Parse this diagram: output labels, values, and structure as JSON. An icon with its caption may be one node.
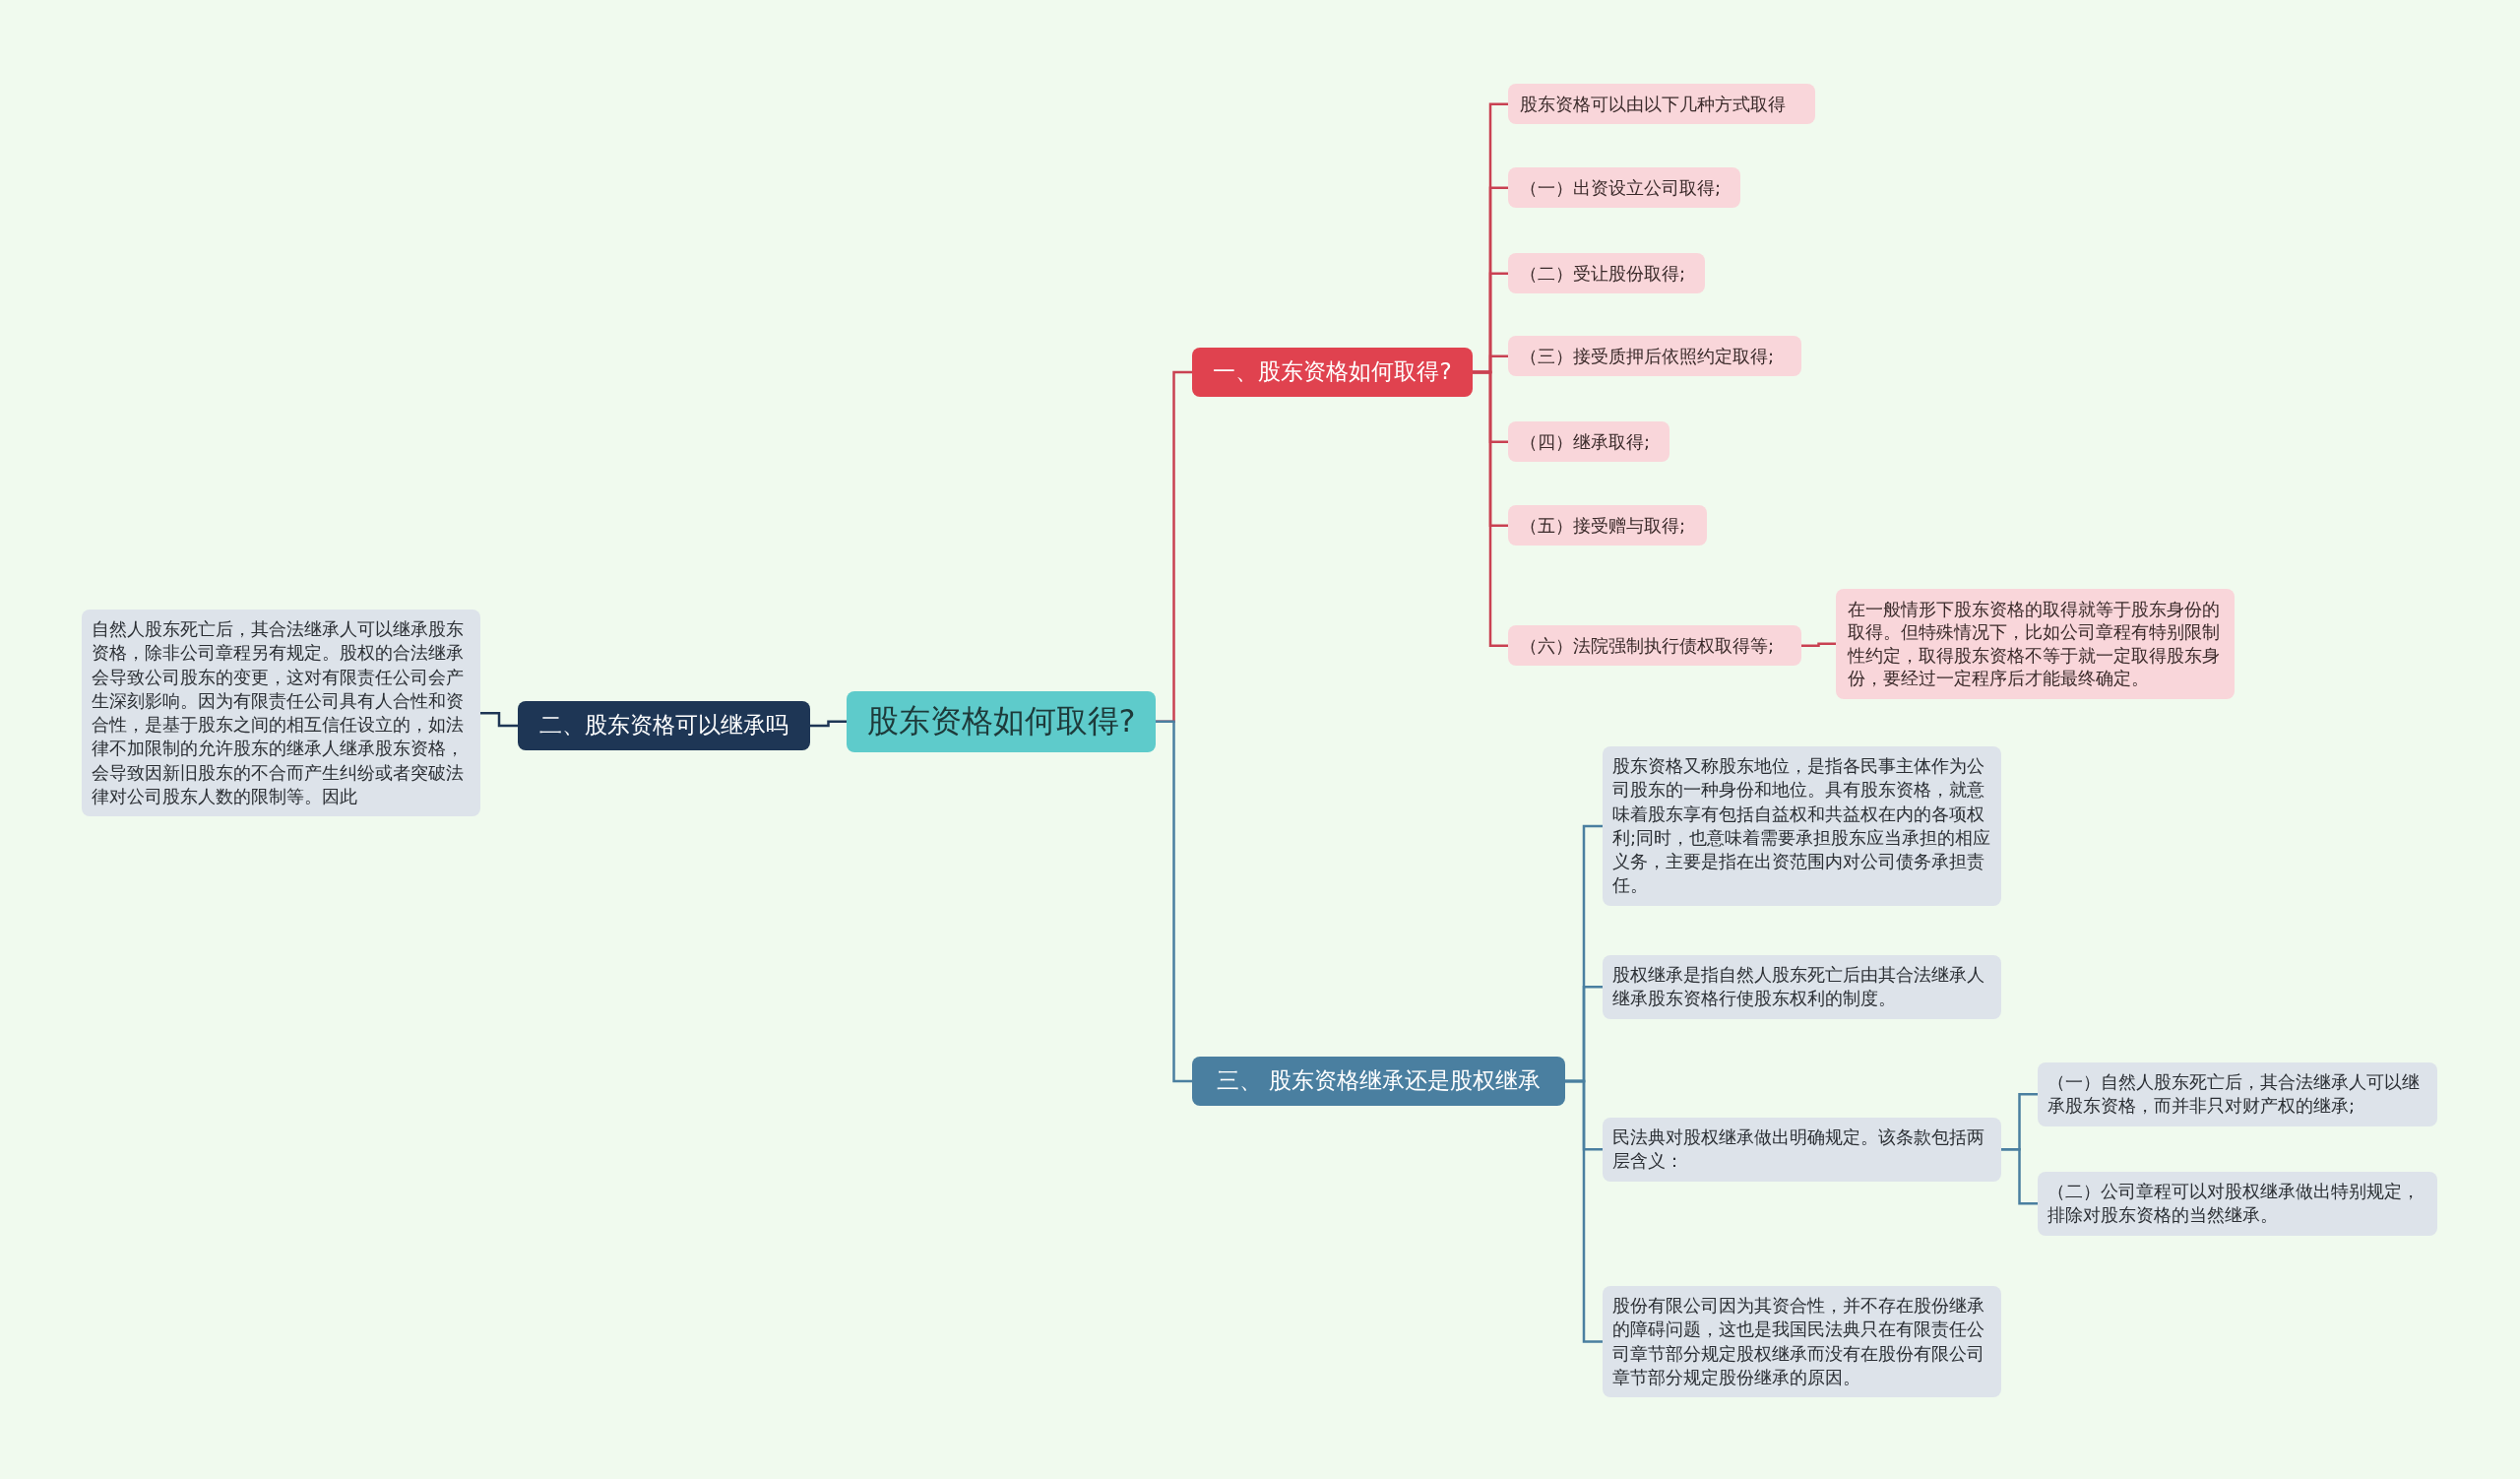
{
  "diagram": {
    "nodes": [
      {
        "text": [
          "股东资格如何取得?"
        ]
      },
      {
        "text": [
          "一、股东资格如何取得?"
        ]
      },
      {
        "text": [
          "股东资格可以由以下几种方式取得"
        ]
      },
      {
        "text": [
          "（一）出资设立公司取得;"
        ]
      },
      {
        "text": [
          "（二）受让股份取得;"
        ]
      },
      {
        "text": [
          "（三）接受质押后依照约定取得;"
        ]
      },
      {
        "text": [
          "（四）继承取得;"
        ]
      },
      {
        "text": [
          "（五）接受赠与取得;"
        ]
      },
      {
        "text": [
          "（六）法院强制执行债权取得等;"
        ]
      },
      {
        "text": [
          "在一般情形下股东资格的取得就等于股东身份的取得。但特殊情况下，比如公司章程有特别限制性约定，取得股东资格不等于就一定取得股东身份，要经过一定程序后才能最终确定。"
        ]
      },
      {
        "text": [
          "二、股东资格可以继承吗"
        ]
      },
      {
        "text": [
          "自然人股东死亡后，其合法继承人可以继承股东资格，除非公司章程另有规定。股权的合法继承会导致公司股东的变更，这对有限责任公司会产生深刻影响。因为有限责任公司具有人合性和资合性，是基于股东之间的相互信任设立的，如法律不加限制的允许股东的继承人继承股东资格，会导致因新旧股东的不合而产生纠纷或者突破法律对公司股东人数的限制等。因此"
        ]
      },
      {
        "text": [
          "三、 股东资格继承还是股权继承"
        ]
      },
      {
        "text": [
          "股东资格又称股东地位，是指各民事主体作为公司股东的一种身份和地位。具有股东资格，就意味着股东享有包括自益权和共益权在内的各项权利;同时，也意味着需要承担股东应当承担的相应义务，主要是指在出资范围内对公司债务承担责任。"
        ]
      },
      {
        "text": [
          "股权继承是指自然人股东死亡后由其合法继承人继承股东资格行使股东权利的制度。"
        ]
      },
      {
        "text": [
          "民法典对股权继承做出明确规定。该条款包括两层含义："
        ]
      },
      {
        "text": [
          "（一）自然人股东死亡后，其合法继承人可以继承股东资格，而并非只对财产权的继承;"
        ]
      },
      {
        "text": [
          "（二）公司章程可以对股权继承做出特别规定，排除对股东资格的当然继承。"
        ]
      },
      {
        "text": [
          "股份有限公司因为其资合性，并不存在股份继承的障碍问题，这也是我国民法典只在有限责任公司章节部分规定股权继承而没有在股份有限公司章节部分规定股份继承的原因。"
        ]
      }
    ],
    "edges": [
      {
        "from": 0,
        "to": 1,
        "arrow": "none"
      },
      {
        "from": 1,
        "to": 2,
        "arrow": "none"
      },
      {
        "from": 1,
        "to": 3,
        "arrow": "none"
      },
      {
        "from": 1,
        "to": 4,
        "arrow": "none"
      },
      {
        "from": 1,
        "to": 5,
        "arrow": "none"
      },
      {
        "from": 1,
        "to": 6,
        "arrow": "none"
      },
      {
        "from": 1,
        "to": 7,
        "arrow": "none"
      },
      {
        "from": 1,
        "to": 8,
        "arrow": "none"
      },
      {
        "from": 8,
        "to": 9,
        "arrow": "none"
      },
      {
        "from": 0,
        "to": 10,
        "arrow": "none",
        "color": "#1e3655"
      },
      {
        "from": 10,
        "to": 11,
        "arrow": "none",
        "color": "#1e3655"
      },
      {
        "from": 0,
        "to": 12,
        "arrow": "none",
        "color": "#4a7fa0"
      },
      {
        "from": 12,
        "to": 13,
        "arrow": "none",
        "color": "#4a7fa0"
      },
      {
        "from": 12,
        "to": 14,
        "arrow": "none",
        "color": "#4a7fa0"
      },
      {
        "from": 12,
        "to": 15,
        "arrow": "none",
        "color": "#4a7fa0"
      },
      {
        "from": 15,
        "to": 16,
        "arrow": "none",
        "color": "#4a7fa0"
      },
      {
        "from": 15,
        "to": 17,
        "arrow": "none",
        "color": "#4a7fa0"
      },
      {
        "from": 12,
        "to": 18,
        "arrow": "none",
        "color": "#4a7fa0"
      }
    ]
  }
}
